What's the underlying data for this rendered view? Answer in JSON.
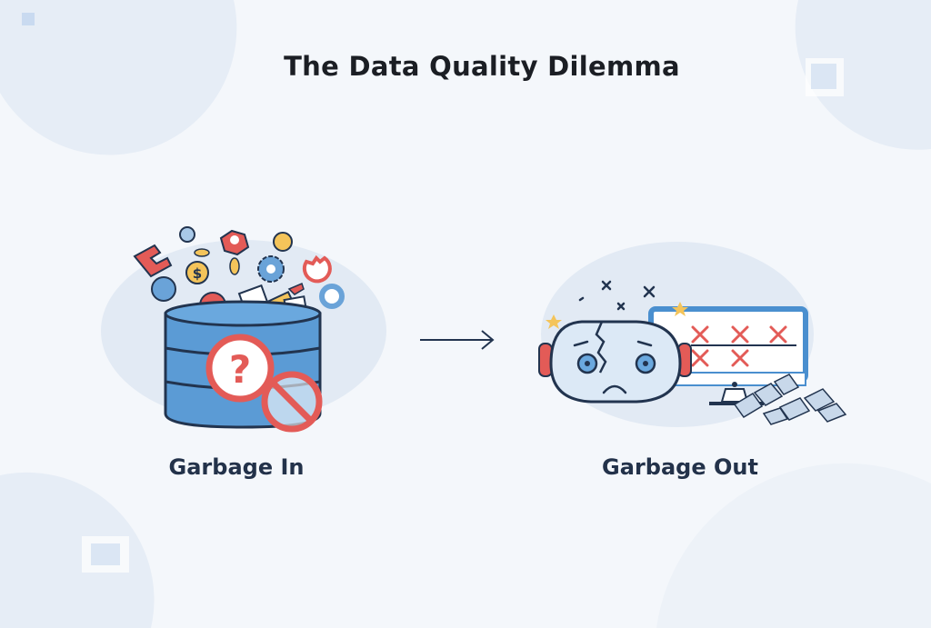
{
  "title": "The Data Quality Dilemma",
  "left_panel": {
    "label": "Garbage In",
    "icon": "garbage-barrel-icon"
  },
  "arrow": {
    "icon": "arrow-right-icon"
  },
  "right_panel": {
    "label": "Garbage Out",
    "icon": "broken-robot-monitor-icon"
  },
  "colors": {
    "accent_blue": "#4a8fcf",
    "alert_red": "#e35b57",
    "outline": "#22344f",
    "background": "#f4f7fb"
  }
}
